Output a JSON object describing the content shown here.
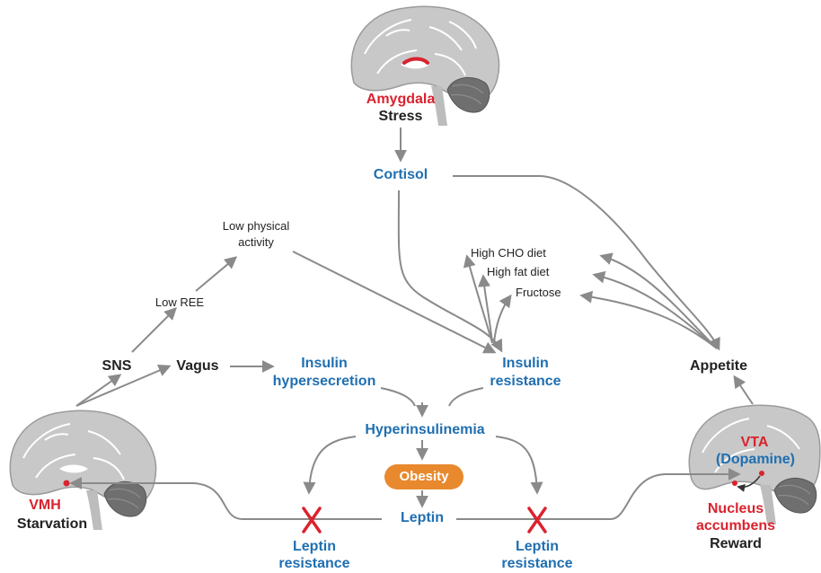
{
  "colors": {
    "blue": "#1f6fb1",
    "red": "#d9232e",
    "orange": "#e8892e",
    "arrow": "#8a8a8a",
    "brain": "#c8c8c8"
  },
  "icons": [
    "brain-icon",
    "cross-icon"
  ],
  "nodes": {
    "amygdala": "Amygdala",
    "stress": "Stress",
    "cortisol": "Cortisol",
    "low_physical_activity_1": "Low physical",
    "low_physical_activity_2": "activity",
    "low_ree": "Low REE",
    "sns": "SNS",
    "vagus": "Vagus",
    "insulin_hypersecretion_1": "Insulin",
    "insulin_hypersecretion_2": "hypersecretion",
    "insulin_resistance_1": "Insulin",
    "insulin_resistance_2": "resistance",
    "high_cho_diet": "High CHO diet",
    "high_fat_diet": "High fat diet",
    "fructose": "Fructose",
    "appetite": "Appetite",
    "hyperinsulinemia": "Hyperinsulinemia",
    "obesity": "Obesity",
    "leptin": "Leptin",
    "leptin_resistance_left_1": "Leptin",
    "leptin_resistance_left_2": "resistance",
    "leptin_resistance_right_1": "Leptin",
    "leptin_resistance_right_2": "resistance",
    "vmh": "VMH",
    "starvation": "Starvation",
    "vta": "VTA",
    "dopamine": "(Dopamine)",
    "nucleus_accumbens_1": "Nucleus",
    "nucleus_accumbens_2": "accumbens",
    "reward": "Reward"
  }
}
